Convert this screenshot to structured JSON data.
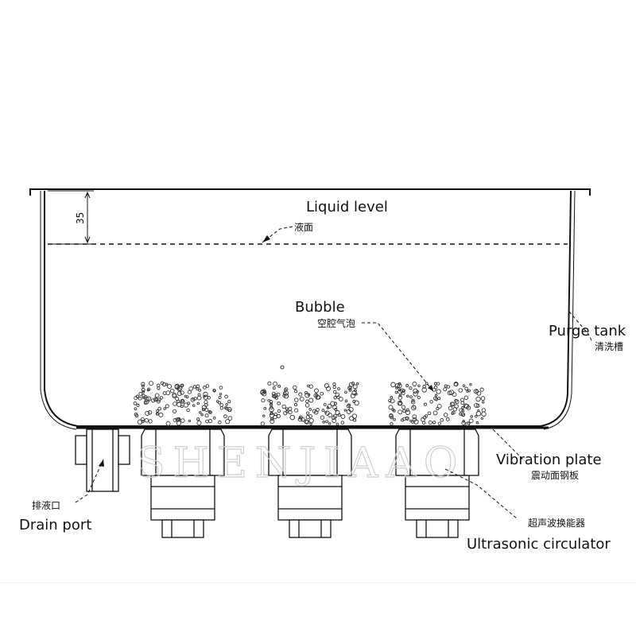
{
  "diagram": {
    "dimension_label": "35",
    "labels": {
      "liquid_level": {
        "en": "Liquid level",
        "cn": "液面"
      },
      "bubble": {
        "en": "Bubble",
        "cn": "空腔气泡"
      },
      "purge_tank": {
        "en": "Purge tank",
        "cn": "清洗槽"
      },
      "vibration_plate": {
        "en": "Vibration plate",
        "cn": "震动面钢板"
      },
      "ultrasonic": {
        "en": "Ultrasonic circulator",
        "cn": "超声波换能器"
      },
      "drain_port": {
        "en": "Drain port",
        "cn": "排液口"
      }
    },
    "watermark": "SHENJIAAO",
    "transducer_count": 3
  }
}
